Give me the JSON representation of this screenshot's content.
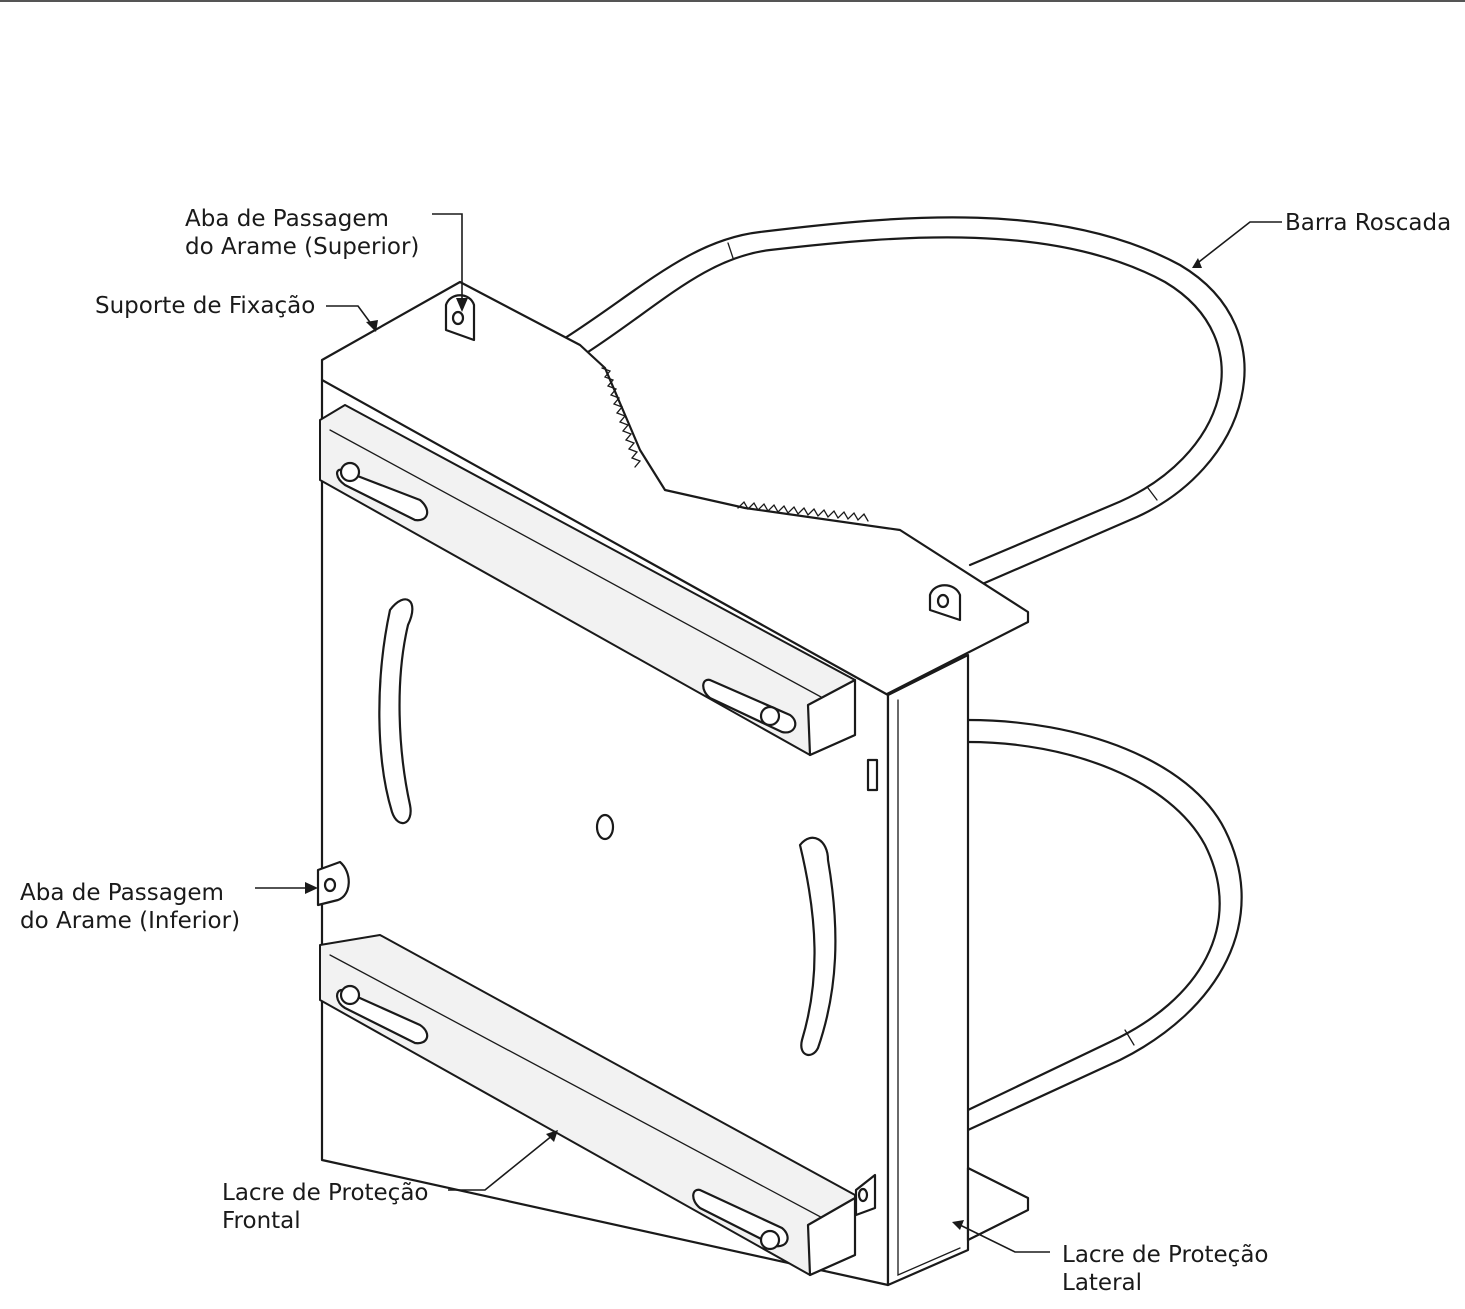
{
  "labels": {
    "aba_superior": [
      "Aba de Passagem",
      "do Arame (Superior)"
    ],
    "suporte": "Suporte de Fixação",
    "barra": "Barra Roscada",
    "aba_inferior": [
      "Aba de Passagem",
      "do Arame (Inferior)"
    ],
    "lacre_frontal": [
      "Lacre de Proteção",
      "Frontal"
    ],
    "lacre_lateral": [
      "Lacre de Proteção",
      "Lateral"
    ]
  }
}
